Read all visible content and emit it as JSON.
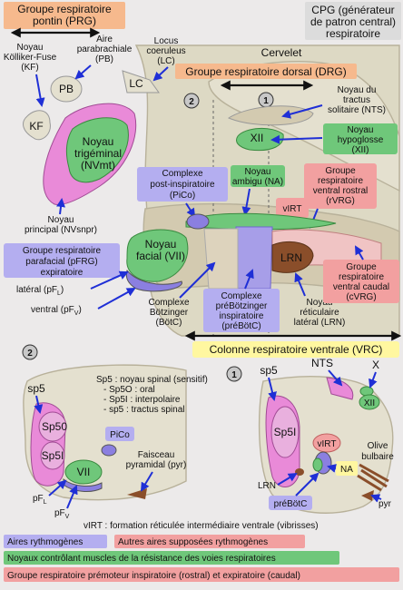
{
  "title_cpg": [
    "CPG (générateur",
    "de patron central)",
    "respiratoire"
  ],
  "prg": {
    "title": [
      "Groupe respiratoire",
      "pontin (PRG)"
    ],
    "pb": "PB",
    "kf": "KF",
    "lc": "LC"
  },
  "labels": {
    "kf": [
      "Noyau",
      "Kölliker-Fuse",
      "(KF)"
    ],
    "pb": [
      "Aire",
      "parabrachiale",
      "(PB)"
    ],
    "lc": [
      "Locus",
      "coeruleus",
      "(LC)"
    ],
    "cervelet": "Cervelet",
    "drg": "Groupe respiratoire dorsal (DRG)",
    "nts": [
      "Noyau du",
      "tractus",
      "solitaire (NTS)"
    ],
    "xii_box": [
      "Noyau",
      "hypoglosse",
      "(XII)"
    ],
    "xii": "XII",
    "nvmt": [
      "Noyau",
      "trigéminal",
      "(NVmt)"
    ],
    "nvsnpr": [
      "Noyau",
      "principal (NVsnpr)"
    ],
    "pico": [
      "Complexe",
      "post-inspiratoire",
      "(PiCo)"
    ],
    "na_box": [
      "Noyau",
      "ambigu (NA)"
    ],
    "virt": "vIRT",
    "rvrg": [
      "Groupe",
      "respiratoire",
      "ventral rostral",
      "(rVRG)"
    ],
    "cvrg": [
      "Groupe",
      "respiratoire",
      "ventral caudal",
      "(cVRG)"
    ],
    "pfrg": [
      "Groupe respiratoire",
      "parafacial (pFRG)",
      "expiratoire"
    ],
    "vii": [
      "Noyau",
      "facial (VII)"
    ],
    "lrn": "LRN",
    "lrn_label": [
      "Noyau",
      "réticulaire",
      "latéral (LRN)"
    ],
    "pfl": "latéral (pF",
    "pfl_sub": "L",
    "pfv": "ventral (pF",
    "pfv_sub": "V",
    "botc": [
      "Complexe",
      "Bötzinger",
      "(BötC)"
    ],
    "prebotc": [
      "Complexe",
      "préBötzinger",
      "inspiratoire",
      "(préBötC)"
    ],
    "num1": "1",
    "num2": "2",
    "vrc": "Colonne respiratoire ventrale (VRC)"
  },
  "section2": {
    "legend": [
      "Sp5 : noyau spinal (sensitif)",
      "- Sp5O : oral",
      "- Sp5I : interpolaire",
      "- sp5 : tractus spinal"
    ],
    "sp5": "sp5",
    "sp50": "Sp50",
    "sp5i": "Sp5I",
    "pico": "PiCo",
    "vii": "VII",
    "pyr": [
      "Faisceau",
      "pyramidal (pyr)"
    ],
    "pfl": "pF",
    "pfl_sub": "L",
    "pfv": "pF",
    "pfv_sub": "V"
  },
  "section1": {
    "sp5": "sp5",
    "nts": "NTS",
    "x": "X",
    "xii": "XII",
    "sp5i": "Sp5I",
    "virt": "vIRT",
    "olive": [
      "Olive",
      "bulbaire"
    ],
    "lrn": "LRN",
    "na": "NA",
    "prebotc": "préBötC",
    "pyr": "pyr"
  },
  "footnote": "vIRT : formation réticulée intermédiaire ventrale (vibrisses)",
  "legend": {
    "rhythm": "Aires rythmogènes",
    "other_rhythm": "Autres aires supposées rythmogènes",
    "muscles": "Noyaux contrôlant muscles de la résistance des voies respiratoires",
    "premotor": "Groupe respiratoire prémoteur inspiratoire (rostral) et expiratoire (caudal)"
  },
  "colors": {
    "purple": "#8b7fe0",
    "pink": "#e98ad8",
    "green": "#6fc77a",
    "red": "#f2a0a0",
    "tan": "#d9d0b2",
    "brown": "#8a4e2a",
    "yellow": "#fff7a0",
    "orange": "#f6b98d"
  }
}
